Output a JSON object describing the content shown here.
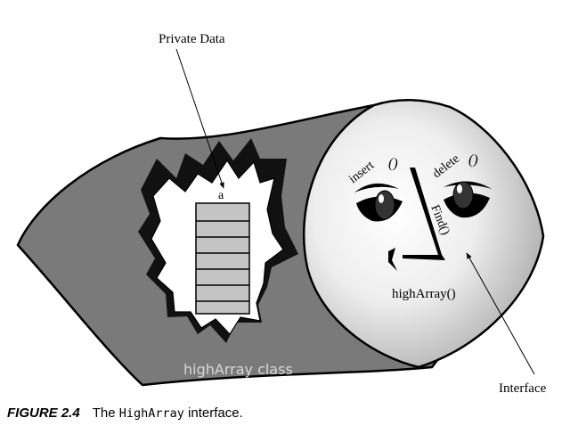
{
  "diagram": {
    "labels": {
      "private_data": "Private Data",
      "array_name": "a",
      "class_name": "highArray class",
      "interface": "Interface",
      "method_insert": "insert",
      "method_delete": "delete",
      "method_find": "Find()",
      "constructor": "highArray()",
      "parens": "()"
    },
    "array_cells": 7,
    "colors": {
      "body_fill": "#7a7a7a",
      "burst_shadow": "#111111",
      "burst_fill": "#ffffff",
      "cell_fill": "#c4c4c4",
      "face_light": "#ffffff",
      "face_dark": "#9c9c9c",
      "class_text": "#d8d8d8"
    }
  },
  "caption": {
    "number": "FIGURE 2.4",
    "text_before": "The ",
    "code": "HighArray",
    "text_after": " interface."
  }
}
